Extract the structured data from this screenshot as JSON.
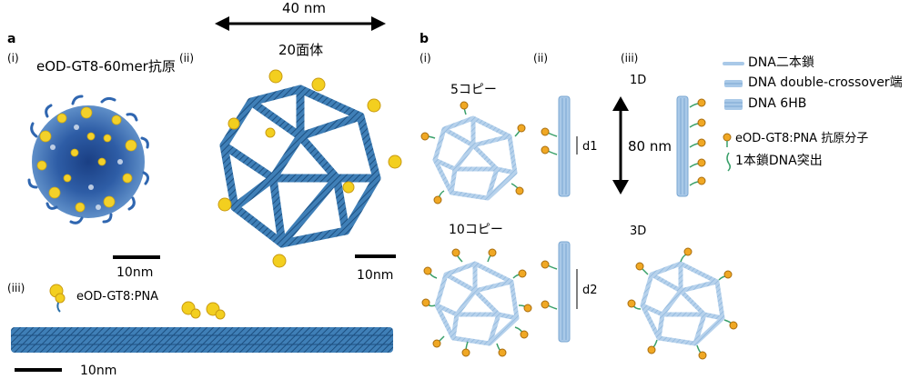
{
  "panel_a": {
    "label": "a",
    "sub_i": "(i)",
    "sub_ii": "(ii)",
    "sub_iii": "(iii)",
    "antigen_title": "eOD-GT8-60mer抗原",
    "icosahedron_title": "20面体",
    "dimension_40nm": "40 nm",
    "scale_10nm_i": "10nm",
    "scale_10nm_ii": "10nm",
    "scale_10nm_iii": "10nm",
    "pna_label": "eOD-GT8:PNA"
  },
  "panel_b": {
    "label": "b",
    "sub_i": "(i)",
    "sub_ii": "(ii)",
    "sub_iii": "(iii)",
    "copies_5": "5コピー",
    "copies_10": "10コピー",
    "label_1d": "1D",
    "label_3d": "3D",
    "d1": "d1",
    "d2": "d2",
    "length_80nm": "80 nm"
  },
  "legend": {
    "items": [
      {
        "label": "DNA二本鎖"
      },
      {
        "label": "DNA double-crossover端"
      },
      {
        "label": "DNA 6HB"
      },
      {
        "label": "eOD-GT8:PNA 抗原分子"
      },
      {
        "label": "1本鎖DNA突出"
      }
    ]
  },
  "colors": {
    "dna_blue": "#2a6fa8",
    "dna_light": "#a9c9e8",
    "antigen_yellow": "#f3cf1f",
    "antigen_orange": "#e8a21e",
    "ssdna_green": "#3aa06a"
  }
}
